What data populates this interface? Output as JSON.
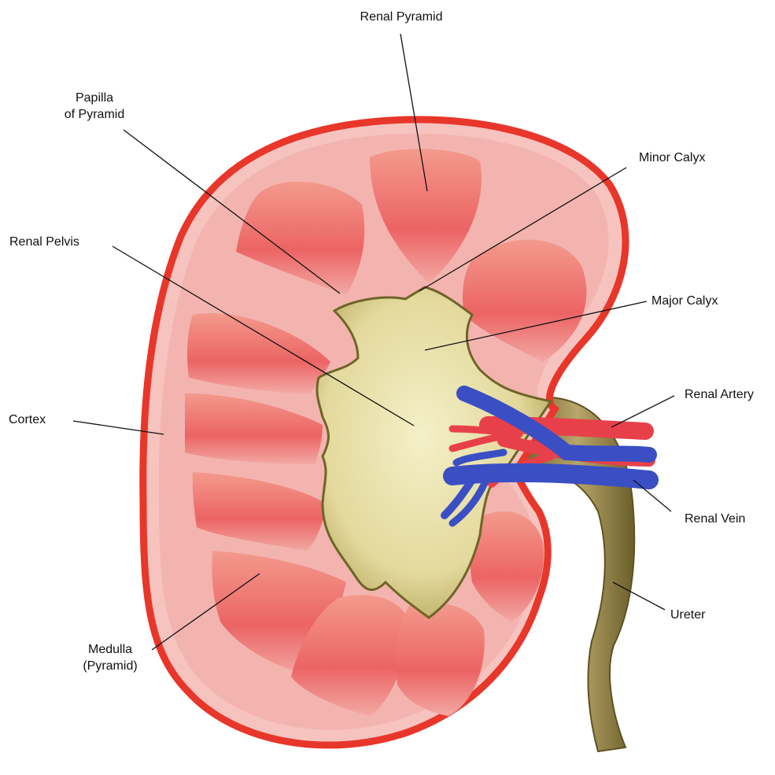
{
  "labels": {
    "renal_pyramid": "Renal Pyramid",
    "papilla_line1": "Papilla",
    "papilla_line2": "of Pyramid",
    "minor_calyx": "Minor Calyx",
    "renal_pelvis": "Renal Pelvis",
    "major_calyx": "Major Calyx",
    "renal_artery": "Renal Artery",
    "cortex": "Cortex",
    "renal_vein": "Renal Vein",
    "ureter": "Ureter",
    "medulla_line1": "Medulla",
    "medulla_line2": "(Pyramid)"
  },
  "colors": {
    "capsule": "#e8362a",
    "cortex": "#f3b7b3",
    "pyramid": "#ef6f6c",
    "pyramid_light": "#f7a08a",
    "pelvis": "#e6dfa6",
    "pelvis_edge": "#7f7438",
    "ureter": "#8a7a3e",
    "artery": "#e8404a",
    "vein": "#3a4fc4"
  }
}
